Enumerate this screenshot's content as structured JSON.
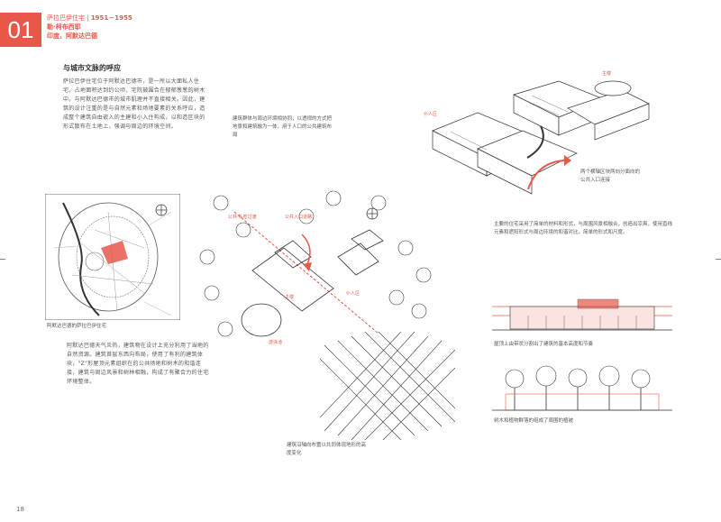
{
  "header": {
    "number": "01",
    "line1": "萨拉巴伊住宅",
    "years": "1951－1955",
    "line2": "勒·柯布西耶",
    "line3": "印度，阿默达巴德"
  },
  "section_title": "与城市文脉的呼应",
  "intro_paragraph": "萨拉巴伊住宅位于阿默达巴德市，是一所以大面私人住宅，占地面积达到约公顷，宅院被围合在郁郁葱葱的树木中。与阿默达巴德市的城市肌理并不直接相关。因此，建筑的设计注重的是与自然元素和场地要素的关系呼应，造成整个建筑自由嵌入的主建和小入住构成，以和造区块的形式散布在土地上，强调与周边的环境空间。",
  "map_caption": "阿默达巴德的萨拉巴伊住宅",
  "climate_paragraph": "阿默达巴德天气炎热，建筑物在设计上充分利用了当地的自然资源。建筑首层东西向布局，使用了有利的建筑体块，\"Z\"形屋顶元素组织在的公共场地和树木的和谐连接，建筑与周边风景和树林相融，构成了有聚合力的住宅环境整体。",
  "axon_note": "建筑群体与周边环境相协同，以透视的方式把地景和建筑融为一体，用于人口的公共建筑布局",
  "axon_labels": {
    "main": "主楼",
    "guest": "仆人区"
  },
  "axon_caption": "两个横轴区块两向分面向的公共入口连接",
  "materials_paragraph": "主要的住宅采用了简单的材料和形式，与周围风景相融合，创造出凉爽，使用直线元素和遮阳形式与周边环境的和谐对比，简单的形式和尺度。",
  "plan_labels": {
    "path_left": "公共·私密过渡",
    "entry": "公共入口道路",
    "main": "主楼",
    "servant": "仆人区",
    "pool": "游泳池"
  },
  "grid_caption": "建筑沿轴向布置以共同体现地形的高度变化",
  "elevation1_caption": "屋顶上由带状分割出了建筑的基本高度和节奏",
  "elevation2_caption": "树木和植物群落的组成了周围的植被",
  "page_number": "18",
  "colors": {
    "accent": "#e8574a",
    "ink": "#333333"
  }
}
